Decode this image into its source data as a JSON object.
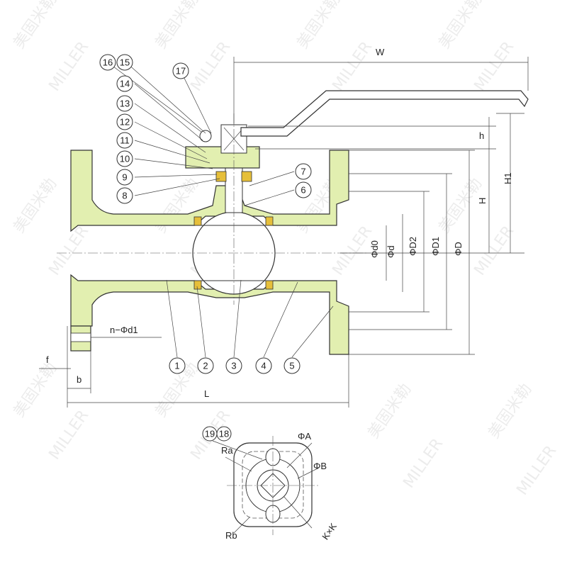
{
  "watermark": {
    "text_cn": "美固米勒",
    "text_en": "MILLER"
  },
  "dimensions": {
    "W": "W",
    "h": "h",
    "H1": "H1",
    "H": "H",
    "d0": "Φd0",
    "d": "Φd",
    "D2": "ΦD2",
    "D1": "ΦD1",
    "D": "ΦD",
    "bolt": "n−Φd1",
    "f": "f",
    "b": "b",
    "L": "L",
    "A": "ΦA",
    "B": "ΦB",
    "Ra": "Ra",
    "Rb": "Rb",
    "KK": "K×K"
  },
  "parts": [
    {
      "id": "p1",
      "label": "1"
    },
    {
      "id": "p2",
      "label": "2"
    },
    {
      "id": "p3",
      "label": "3"
    },
    {
      "id": "p4",
      "label": "4"
    },
    {
      "id": "p5",
      "label": "5"
    },
    {
      "id": "p6",
      "label": "6"
    },
    {
      "id": "p7",
      "label": "7"
    },
    {
      "id": "p8",
      "label": "8"
    },
    {
      "id": "p9",
      "label": "9"
    },
    {
      "id": "p10",
      "label": "10"
    },
    {
      "id": "p11",
      "label": "11"
    },
    {
      "id": "p12",
      "label": "12"
    },
    {
      "id": "p13",
      "label": "13"
    },
    {
      "id": "p14",
      "label": "14"
    },
    {
      "id": "p15",
      "label": "15"
    },
    {
      "id": "p16",
      "label": "16"
    },
    {
      "id": "p17",
      "label": "17"
    },
    {
      "id": "p18",
      "label": "18"
    },
    {
      "id": "p19",
      "label": "19"
    }
  ],
  "colors": {
    "body": "#e2efb0",
    "seat": "#e6bf3a",
    "line": "#333333"
  }
}
